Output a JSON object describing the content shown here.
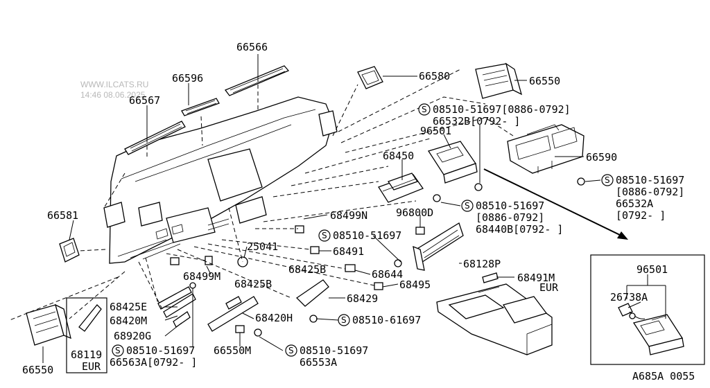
{
  "watermark": {
    "site": "WWW.ILCATS.RU",
    "timestamp": "14:46 08.06.2025"
  },
  "labels": {
    "p66566": "66566",
    "p66596": "66596",
    "p66567": "66567",
    "p66580": "66580",
    "p66550_top": "66550",
    "p08510_51697_a": "08510-51697[0886-0792]",
    "p66532B": "66532B[0792-  ]",
    "p96501": "96501",
    "p66590": "66590",
    "p68450": "68450",
    "p08510_51697_b1": "08510-51697",
    "p08510_51697_b2": "[0886-0792]",
    "p08510_51697_b3": "66532A",
    "p08510_51697_b4": "[0792-  ]",
    "p08510_51697_c1": "08510-51697",
    "p08510_51697_c2": "[0886-0792]",
    "p68440B": "68440B[0792-  ]",
    "p96800D": "96800D",
    "p66581": "66581",
    "p68499N": "68499N",
    "p08510_51697_d": "08510-51697",
    "p25041": "25041",
    "p68491": "68491",
    "p68128P": "68128P",
    "p68425B_a": "68425B",
    "p68644": "68644",
    "p68499M": "68499M",
    "p68425B_b": "68425B",
    "p68495": "68495",
    "p68491M": "68491M",
    "pEUR_a": "EUR",
    "p68429": "68429",
    "p68425E": "68425E",
    "p68420M": "68420M",
    "p68420H": "68420H",
    "p08510_61697": "08510-61697",
    "p68920G": "68920G",
    "p68119": "68119",
    "pEUR_b": "EUR",
    "p08510_51697_e": "08510-51697",
    "p66563A": "66563A[0792-  ]",
    "p66550M": "66550M",
    "p08510_51697_f": "08510-51697",
    "p66553A": "66553A",
    "p66550_bottom": "66550",
    "inset_96501": "96501",
    "inset_26738A": "26738A",
    "diagram_code": "A685A 0055"
  },
  "symbols": {
    "screw": "S"
  }
}
